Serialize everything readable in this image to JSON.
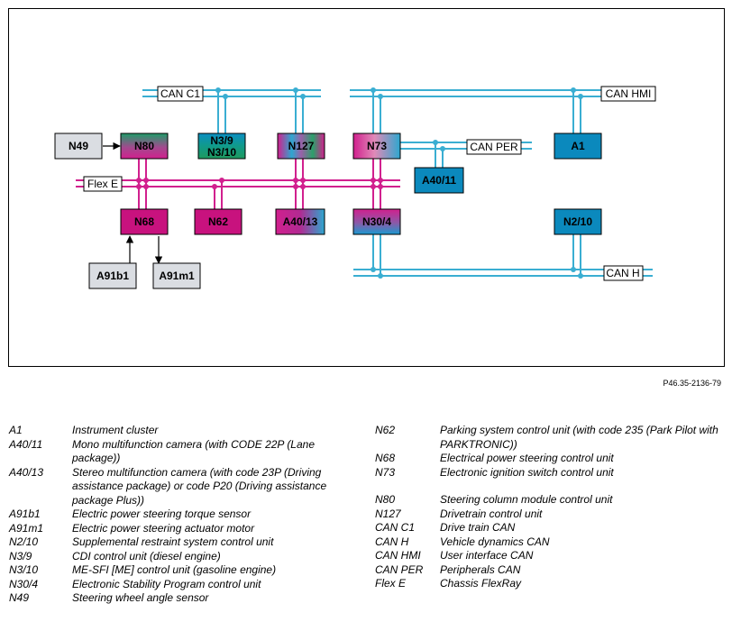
{
  "colors": {
    "can_bus": "#3aaed2",
    "flex_bus": "#d1208e",
    "blue_unit": "#0b89bd",
    "magenta_unit": "#c8127e",
    "green_unit": "#1f9a64",
    "grey_unit": "#dadde2"
  },
  "buses": {
    "can_c1": "CAN C1",
    "can_hmi": "CAN HMI",
    "can_per": "CAN PER",
    "can_h": "CAN H",
    "flex_e": "Flex E"
  },
  "units": {
    "n49": "N49",
    "n80": "N80",
    "n3_9": "N3/9",
    "n3_10": "N3/10",
    "n127": "N127",
    "n73": "N73",
    "a1": "A1",
    "a40_11": "A40/11",
    "n68": "N68",
    "n62": "N62",
    "a40_13": "A40/13",
    "n30_4": "N30/4",
    "n2_10": "N2/10",
    "a91b1": "A91b1",
    "a91m1": "A91m1"
  },
  "figure_id": "P46.35-2136-79",
  "legend": {
    "left": [
      {
        "code": "A1",
        "desc": "Instrument cluster"
      },
      {
        "code": "A40/11",
        "desc": "Mono multifunction camera (with CODE 22P (Lane package))"
      },
      {
        "code": "A40/13",
        "desc": "Stereo multifunction camera (with code 23P (Driving assistance package) or code P20 (Driving assistance package Plus))"
      },
      {
        "code": "A91b1",
        "desc": "Electric power steering torque sensor"
      },
      {
        "code": "A91m1",
        "desc": "Electric power steering actuator motor"
      },
      {
        "code": "N2/10",
        "desc": "Supplemental restraint system control unit"
      },
      {
        "code": "N3/9",
        "desc": "CDI control unit (diesel engine)"
      },
      {
        "code": "N3/10",
        "desc": "ME-SFI [ME] control unit (gasoline engine)"
      },
      {
        "code": "N30/4",
        "desc": "Electronic Stability Program control unit"
      },
      {
        "code": "N49",
        "desc": "Steering wheel angle sensor"
      }
    ],
    "right": [
      {
        "code": "N62",
        "desc": "Parking system control unit (with code 235 (Park Pilot with PARKTRONIC))"
      },
      {
        "code": "N68",
        "desc": "Electrical power steering control unit"
      },
      {
        "code": "N73",
        "desc": "Electronic ignition switch control unit"
      },
      {
        "code": "N80",
        "desc": "Steering column module control unit"
      },
      {
        "code": "N127",
        "desc": "Drivetrain control unit"
      },
      {
        "code": "CAN C1",
        "desc": "Drive train CAN"
      },
      {
        "code": "CAN H",
        "desc": "Vehicle dynamics CAN"
      },
      {
        "code": "CAN HMI",
        "desc": "User interface CAN"
      },
      {
        "code": "CAN PER",
        "desc": "Peripherals CAN"
      },
      {
        "code": "Flex E",
        "desc": "Chassis FlexRay"
      }
    ]
  }
}
